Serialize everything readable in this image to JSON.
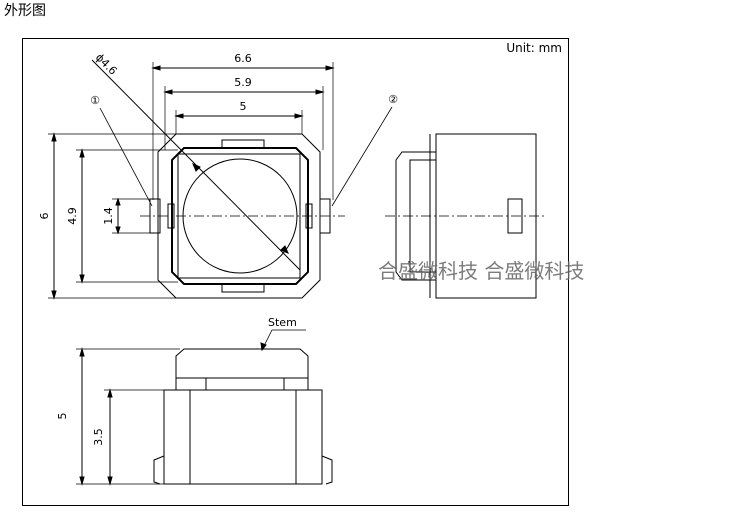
{
  "heading": "外形图",
  "unit_label": "Unit: mm",
  "dims": {
    "w_outer": "6.6",
    "w_mid": "5.9",
    "w_inner": "5",
    "diameter": "ϕ4.6",
    "h_outer": "6",
    "h_inner": "4.9",
    "terminal": "1.4",
    "side_total": "5",
    "side_body": "3.5"
  },
  "pins": {
    "pin1": "①",
    "pin2": "②"
  },
  "stem_label": "Stem",
  "watermark": "合盛微科技 合盛微科技"
}
